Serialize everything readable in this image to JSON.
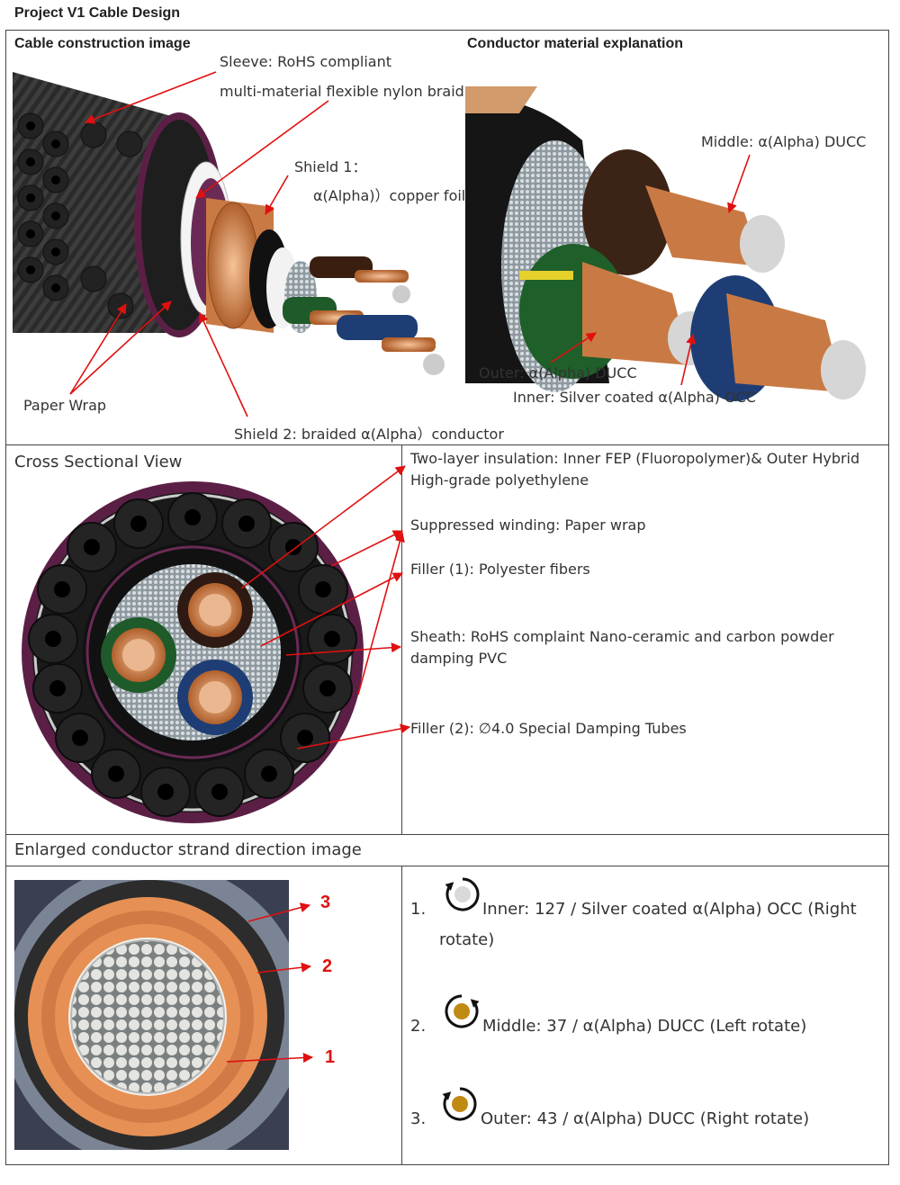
{
  "title": "Project V1 Cable Design",
  "section1": {
    "left_header": "Cable construction image",
    "right_header": "Conductor material explanation",
    "labels": {
      "sleeve_1": "Sleeve: RoHS compliant",
      "sleeve_2": "multi-material flexible nylon braid",
      "shield1_1": "Shield 1：",
      "shield1_2": "α(Alpha)）copper foil",
      "paper_wrap": "Paper Wrap",
      "shield2": "Shield 2: braided α(Alpha）conductor",
      "middle": "Middle: α(Alpha) DUCC",
      "outer": "Outer: α(Alpha) DUCC",
      "inner": "Inner: Silver coated α(Alpha) OCC"
    }
  },
  "section2": {
    "header": "Cross Sectional View",
    "labels": {
      "insulation": "Two-layer insulation: Inner FEP (Fluoropolymer)& Outer Hybrid High-grade polyethylene",
      "winding": "Suppressed winding: Paper wrap",
      "filler1": "Filler (1): Polyester fibers",
      "sheath": "Sheath: RoHS complaint Nano-ceramic and carbon powder damping PVC",
      "filler2": "Filler (2): ∅4.0 Special Damping Tubes"
    }
  },
  "section3": {
    "header": "Enlarged conductor strand direction image",
    "markers": [
      "1",
      "2",
      "3"
    ],
    "items": [
      {
        "num": "1.",
        "text": "Inner: 127 / Silver coated α(Alpha) OCC (Right",
        "text2": "rotate)",
        "icon": "rotate-right-icon",
        "dot_color": "#d9d9d9"
      },
      {
        "num": "2.",
        "text": "Middle: 37 / α(Alpha) DUCC (Left rotate)",
        "icon": "rotate-left-icon",
        "dot_color": "#c08a12"
      },
      {
        "num": "3.",
        "text": "Outer: 43 / α(Alpha) DUCC (Right rotate)",
        "icon": "rotate-right-icon",
        "dot_color": "#c08a12"
      }
    ]
  },
  "colors": {
    "arrow": "#e01010",
    "sheath": "#5b1f45",
    "copper": "#c97a44"
  }
}
